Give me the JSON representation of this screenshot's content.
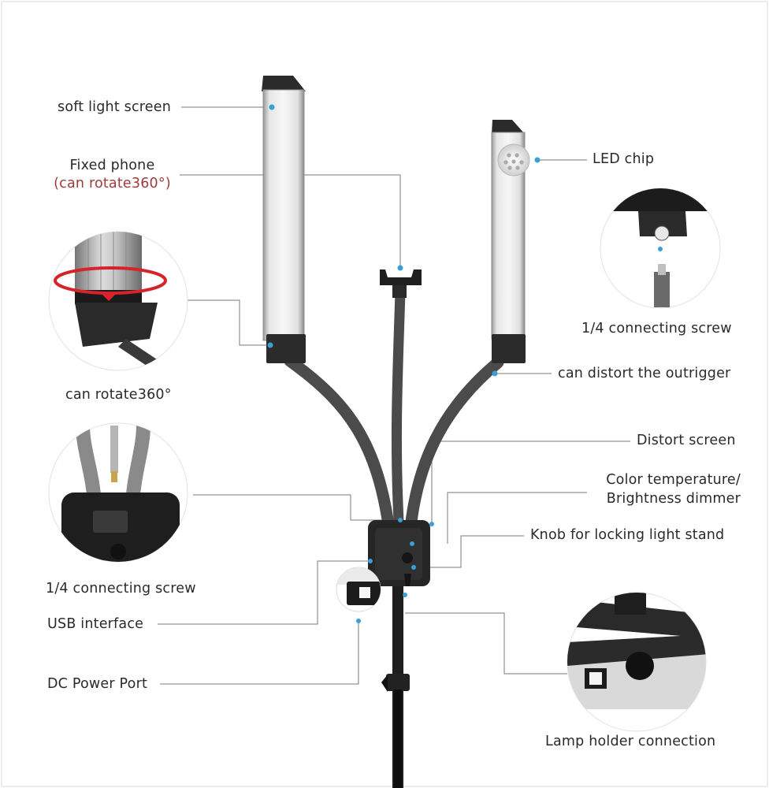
{
  "labels": {
    "soft_light_screen": "soft light screen",
    "fixed_phone": "Fixed phone",
    "can_rotate_paren": "(can rotate360°)",
    "can_rotate": "can rotate360°",
    "connecting_screw_left": "1/4 connecting screw",
    "usb_interface": "USB interface",
    "dc_power_port": "DC Power Port",
    "led_chip": "LED chip",
    "connecting_screw_right": "1/4 connecting screw",
    "distort_outrigger": "can distort the outrigger",
    "distort_screen": "Distort screen",
    "color_temp_line1": "Color temperature/",
    "color_temp_line2": "Brightness dimmer",
    "knob_locking": "Knob for locking light stand",
    "lamp_holder": "Lamp holder connection"
  },
  "colors": {
    "accent_dot": "#3a9fd6",
    "leader_line": "#7a7a7a",
    "lamp_body": "#2b2b2b",
    "light_panel": "#eeeeee",
    "red_hint": "#a03a3a",
    "rotate_arrow": "#d8222a"
  }
}
